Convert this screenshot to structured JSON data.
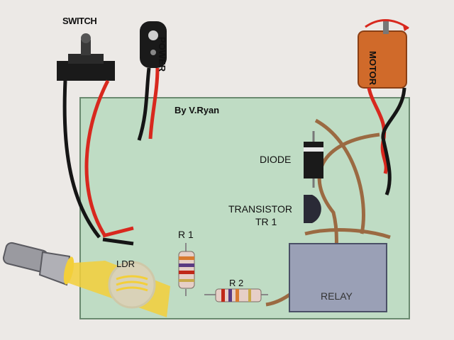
{
  "labels": {
    "switch": "SWITCH",
    "power": "POWER",
    "motor": "MOTOR",
    "author": "By V.Ryan",
    "diode": "DIODE",
    "transistor": "TRANSISTOR",
    "transistor_ref": "TR 1",
    "r1": "R 1",
    "r2": "R 2",
    "ldr": "LDR",
    "relay": "RELAY"
  },
  "colors": {
    "background": "#ece9e6",
    "circuit_board": "#bfdcc4",
    "wire_red": "#d8281e",
    "wire_black": "#151515",
    "track_brown": "#9b6a42",
    "relay": "#9aa0b6",
    "motor": "#d06a2a",
    "light_beam": "#f3cf3a"
  },
  "components": {
    "switch": {
      "icon": "toggle-switch-icon"
    },
    "power": {
      "icon": "battery-connector-icon"
    },
    "motor": {
      "icon": "motor-icon"
    },
    "diode": {
      "icon": "diode-icon"
    },
    "transistor": {
      "icon": "transistor-icon"
    },
    "r1": {
      "icon": "resistor-icon"
    },
    "r2": {
      "icon": "resistor-icon"
    },
    "ldr": {
      "icon": "ldr-icon"
    },
    "relay": {
      "icon": "relay-icon"
    },
    "torch": {
      "icon": "torch-icon"
    }
  }
}
